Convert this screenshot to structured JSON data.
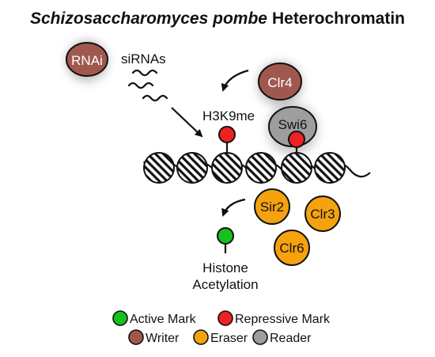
{
  "title": {
    "species": "Schizosaccharomyces pombe",
    "topic": "Heterochromatin"
  },
  "colors": {
    "writer": "#a0584e",
    "eraser": "#f5a20f",
    "reader": "#9e9e9e",
    "active": "#14c21c",
    "repressive": "#ee2222",
    "stroke": "#111111",
    "shadow": "#bfbfbf"
  },
  "labels": {
    "rnai": "RNAi",
    "sirnas": "siRNAs",
    "clr4": "Clr4",
    "h3k9me": "H3K9me",
    "swi6": "Swi6",
    "sir2": "Sir2",
    "clr3": "Clr3",
    "clr6": "Clr6",
    "histone_acetylation_line1": "Histone",
    "histone_acetylation_line2": "Acetylation"
  },
  "legend": {
    "row1": [
      {
        "label": "Active Mark",
        "color_key": "active"
      },
      {
        "label": "Repressive Mark",
        "color_key": "repressive"
      }
    ],
    "row2": [
      {
        "label": "Writer",
        "color_key": "writer"
      },
      {
        "label": "Eraser",
        "color_key": "eraser"
      },
      {
        "label": "Reader",
        "color_key": "reader"
      }
    ]
  }
}
